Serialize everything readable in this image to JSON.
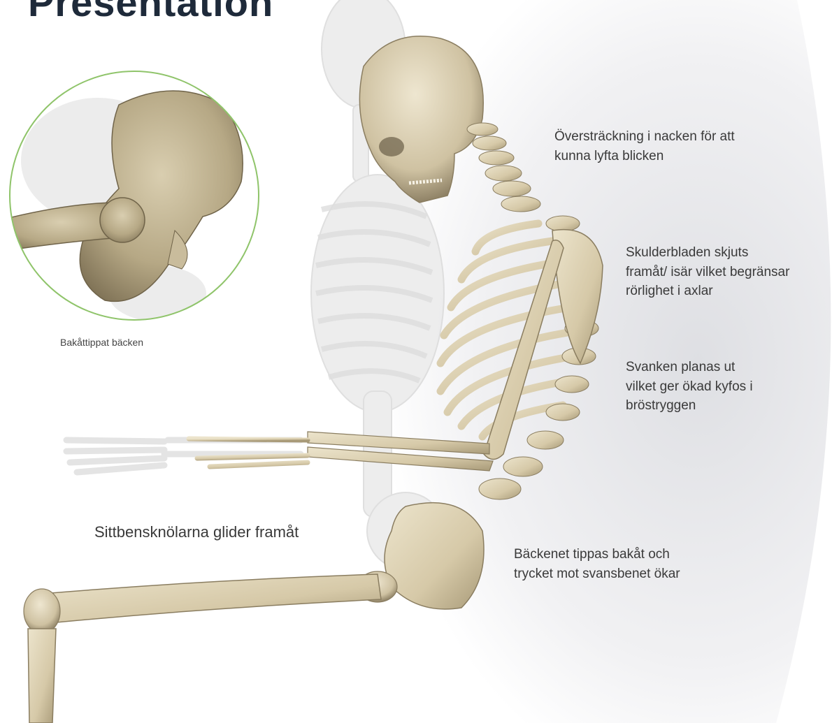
{
  "header": {
    "title": "Presentation"
  },
  "inset": {
    "caption": "Bakåttippat bäcken",
    "ring_color": "#8fc46a"
  },
  "annotations": {
    "neck": [
      "Översträckning i nacken för att",
      "kunna lyfta blicken"
    ],
    "shoulders": [
      "Skulderbladen skjuts",
      "framåt/ isär vilket begränsar",
      "rörlighet i axlar"
    ],
    "lumbar": [
      "Svanken planas ut",
      "vilket ger ökad kyfos i",
      "bröstryggen"
    ],
    "pelvis": [
      "Bäckenet tippas bakåt och",
      "trycket mot svansbenet ökar"
    ],
    "sit_bones": "Sittbensknölarna glider framåt"
  },
  "colors": {
    "bone": "#d8ccaf",
    "bone_shade": "#a89a78",
    "ghost_bone": "#e9e9e9",
    "background_arc": "#ececee"
  }
}
